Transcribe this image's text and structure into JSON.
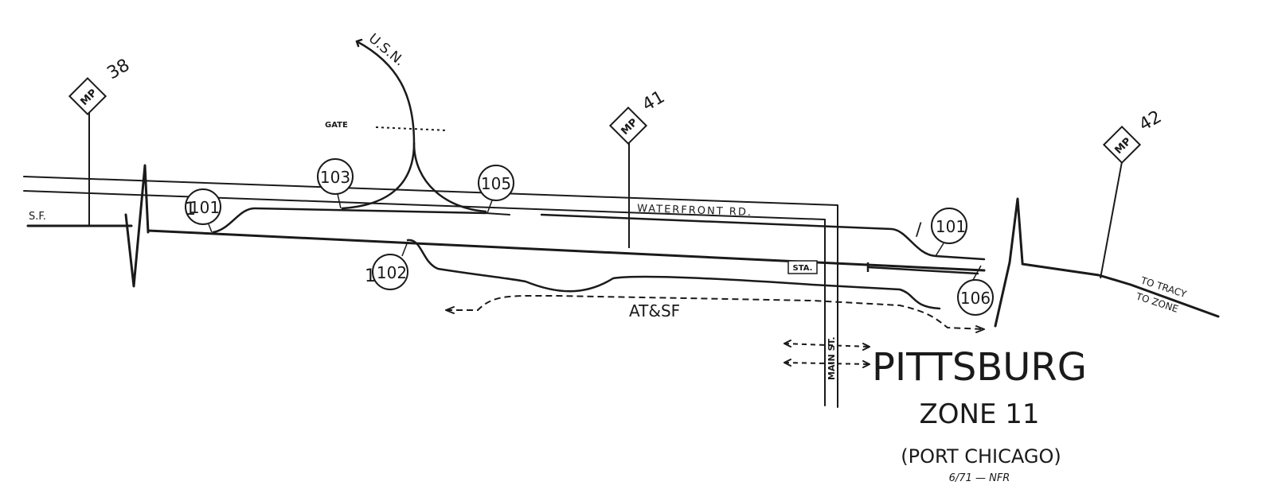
{
  "labels": {
    "sf": "S.F.",
    "usn": "U.S.N.",
    "gate": "GATE",
    "waterfront_rd": "WATERFRONT RD.",
    "sta": "STA.",
    "main_st": "MAIN ST.",
    "atsf": "AT&SF",
    "to_tracy": "TO TRACY",
    "to_zone": "TO ZONE",
    "mileposts": {
      "mp38": "38",
      "mp41": "41",
      "mp42": "42",
      "mp": "MP"
    },
    "switches": {
      "s101a": "101",
      "s103": "103",
      "s105": "105",
      "s102": "102",
      "s101b": "101",
      "s106": "106"
    }
  },
  "title": {
    "city": "PITTSBURG",
    "zone": "ZONE 11",
    "sub": "(PORT CHICAGO)",
    "credit": "6/71 — NFR"
  }
}
